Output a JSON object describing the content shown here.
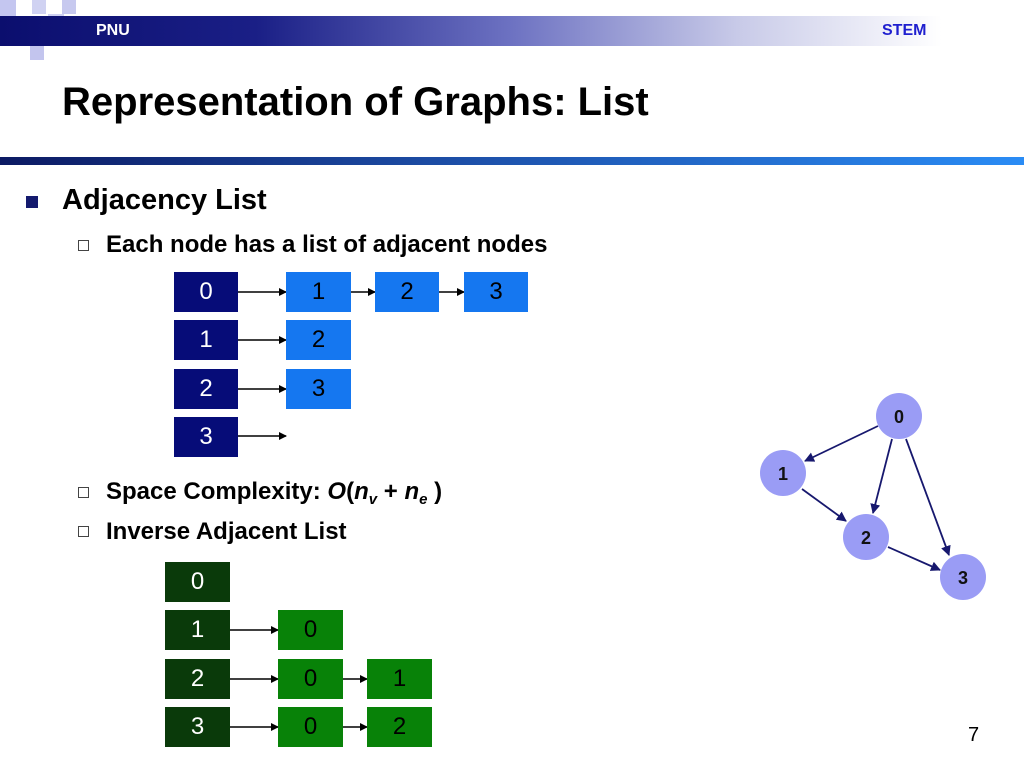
{
  "header": {
    "left_label": "PNU",
    "right_label": "STEM"
  },
  "title": "Representation of Graphs: List",
  "bullet1": "Adjacency List",
  "sub1": "Each node has a list of adjacent nodes",
  "sub2": {
    "prefix": "Space Complexity: ",
    "o": "O",
    "open": "(",
    "n1": "n",
    "s1": "v",
    "plus": " + ",
    "n2": "n",
    "s2": "e",
    "close": " )"
  },
  "sub3": "Inverse Adjacent List",
  "adjacency_list": {
    "heads": [
      "0",
      "1",
      "2",
      "3"
    ],
    "rows": [
      [
        "1",
        "2",
        "3"
      ],
      [
        "2"
      ],
      [
        "3"
      ],
      []
    ]
  },
  "inverse_list": {
    "heads": [
      "0",
      "1",
      "2",
      "3"
    ],
    "rows": [
      [],
      [
        "0"
      ],
      [
        "0",
        "1"
      ],
      [
        "0",
        "2"
      ]
    ]
  },
  "graph": {
    "nodes": [
      "0",
      "1",
      "2",
      "3"
    ],
    "edges": [
      [
        "0",
        "1"
      ],
      [
        "0",
        "2"
      ],
      [
        "0",
        "3"
      ],
      [
        "1",
        "2"
      ],
      [
        "2",
        "3"
      ]
    ]
  },
  "page_number": "7",
  "colors": {
    "navy": "#060c78",
    "blue": "#1577f0",
    "dark_green": "#0a3a0a",
    "green": "#088208",
    "node_fill": "#9a9cf5"
  }
}
